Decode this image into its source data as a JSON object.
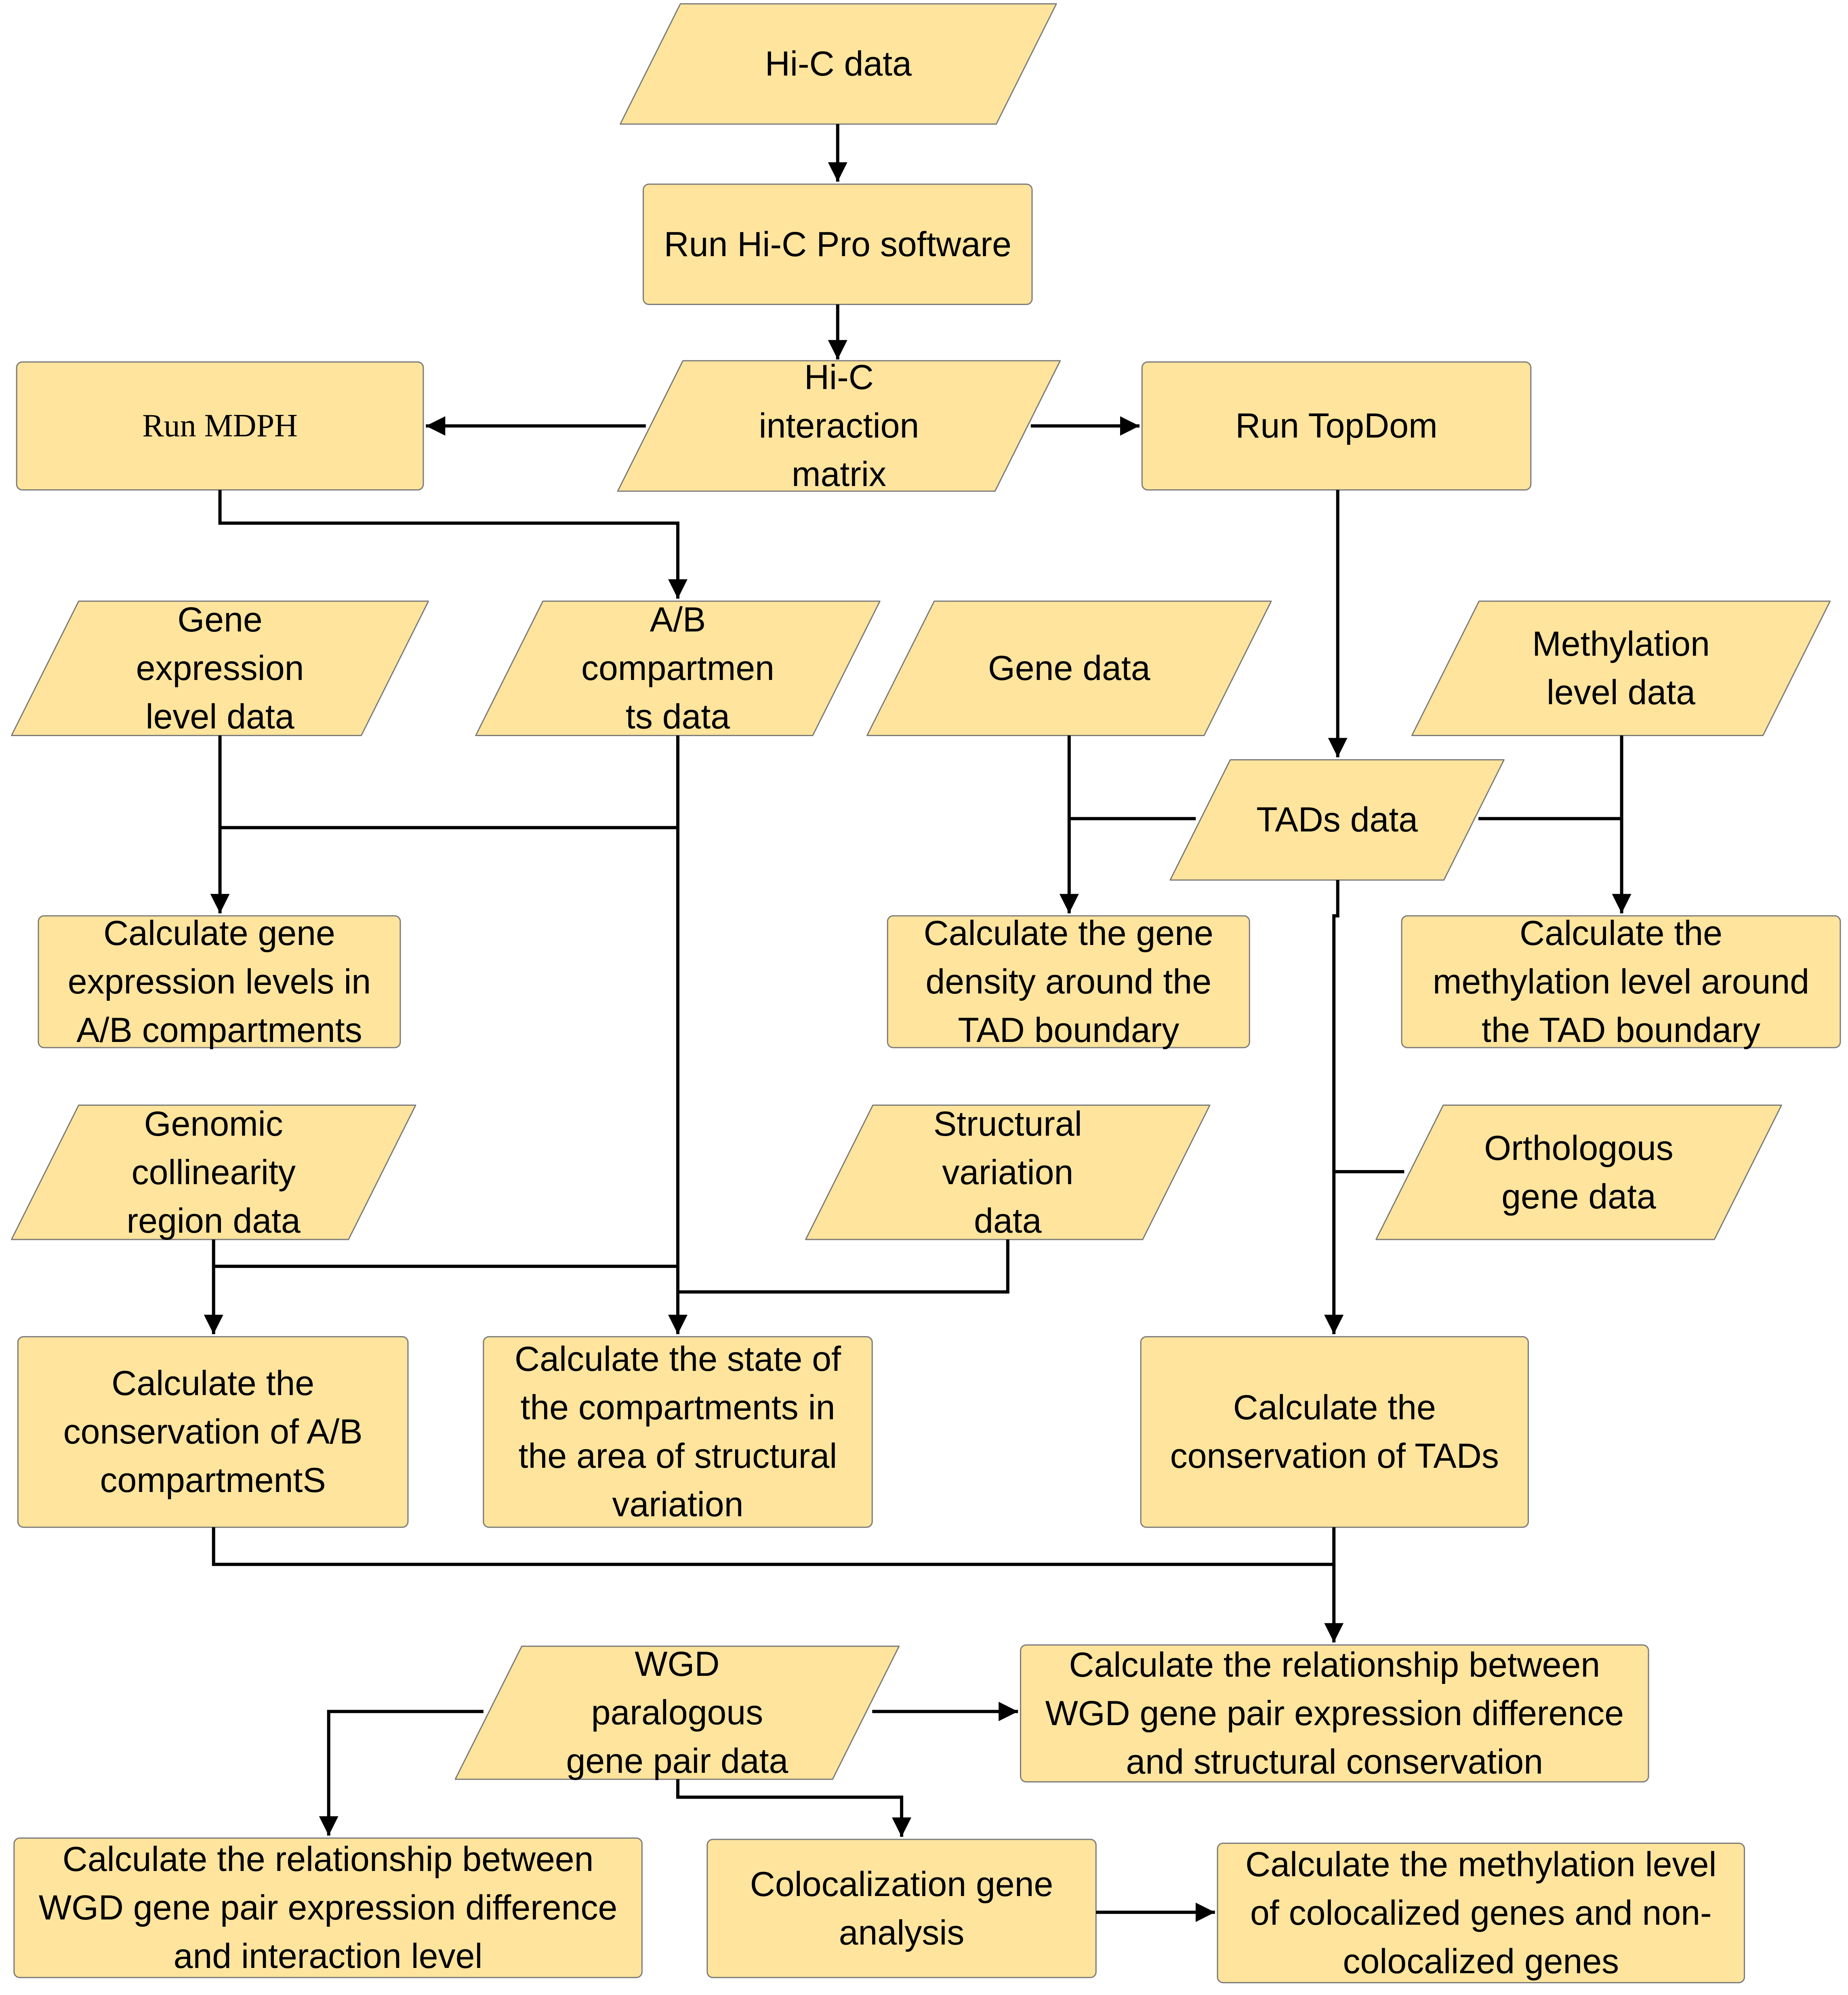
{
  "diagram": {
    "colors": {
      "fill": "#fee49c",
      "border": "#7a7a7a",
      "line": "#000000"
    },
    "nodes": [
      {
        "id": "hic",
        "shape": "parallelogram",
        "label": "Hi-C data"
      },
      {
        "id": "hicpro",
        "shape": "rect",
        "label": "Run Hi-C Pro software"
      },
      {
        "id": "mdph",
        "shape": "rect",
        "label": "Run MDPH"
      },
      {
        "id": "matrix",
        "shape": "parallelogram",
        "label": "Hi-C\ninteraction\nmatrix"
      },
      {
        "id": "topdom",
        "shape": "rect",
        "label": "Run TopDom"
      },
      {
        "id": "geneexp",
        "shape": "parallelogram",
        "label": "Gene\nexpression\nlevel data"
      },
      {
        "id": "abcomp",
        "shape": "parallelogram",
        "label": "A/B\ncompartmen\nts data"
      },
      {
        "id": "genedata",
        "shape": "parallelogram",
        "label": "Gene data"
      },
      {
        "id": "methyl",
        "shape": "parallelogram",
        "label": "Methylation\nlevel data"
      },
      {
        "id": "tads",
        "shape": "parallelogram",
        "label": "TADs data"
      },
      {
        "id": "calcexp",
        "shape": "rect",
        "label": "Calculate gene\nexpression levels in\nA/B compartments"
      },
      {
        "id": "calcdens",
        "shape": "rect",
        "label": "Calculate the gene\ndensity around the\nTAD boundary"
      },
      {
        "id": "calcmeth",
        "shape": "rect",
        "label": "Calculate the\nmethylation level around\nthe TAD boundary"
      },
      {
        "id": "genomic",
        "shape": "parallelogram",
        "label": "Genomic\ncollinearity\nregion data"
      },
      {
        "id": "structvar",
        "shape": "parallelogram",
        "label": "Structural\nvariation\ndata"
      },
      {
        "id": "ortho",
        "shape": "parallelogram",
        "label": "Orthologous\ngene data"
      },
      {
        "id": "consab",
        "shape": "rect",
        "label": "Calculate the\nconservation of A/B\ncompartmentS"
      },
      {
        "id": "statesv",
        "shape": "rect",
        "label": "Calculate the state of\nthe compartments in\nthe area of structural\nvariation"
      },
      {
        "id": "constad",
        "shape": "rect",
        "label": "Calculate the\nconservation of TADs"
      },
      {
        "id": "relstruct",
        "shape": "rect",
        "label": "Calculate the relationship between\nWGD gene pair expression difference\nand structural conservation"
      },
      {
        "id": "wgd",
        "shape": "parallelogram",
        "label": "WGD\nparalogous\ngene pair data"
      },
      {
        "id": "relinter",
        "shape": "rect",
        "label": "Calculate the relationship between\nWGD gene pair expression difference\nand interaction level"
      },
      {
        "id": "coloc",
        "shape": "rect",
        "label": "Colocalization gene\nanalysis"
      },
      {
        "id": "methcoloc",
        "shape": "rect",
        "label": "Calculate the methylation level\nof colocalized genes and non-\ncolocalized genes"
      }
    ]
  }
}
